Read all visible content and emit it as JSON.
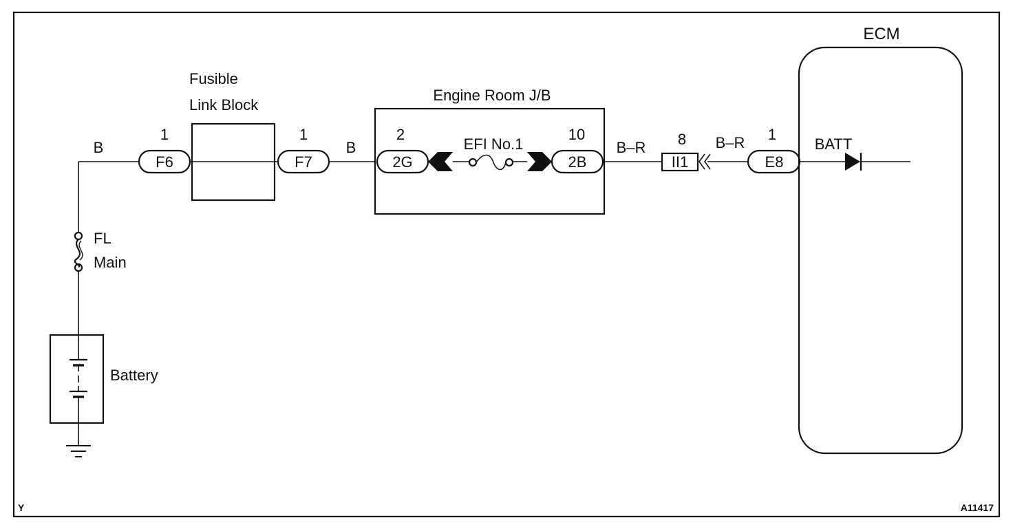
{
  "diagram": {
    "fusible_link_block": {
      "line1": "Fusible",
      "line2": "Link Block"
    },
    "engine_room_jb": "Engine Room J/B",
    "ecm": "ECM",
    "fuse_label": "EFI No.1",
    "fl_main": {
      "line1": "FL",
      "line2": "Main"
    },
    "battery": "Battery",
    "batt_terminal": "BATT",
    "wire_colors": {
      "battery_to_f6": "B",
      "f7_to_2g": "B",
      "2b_to_ii1": "B–R",
      "ii1_to_e8": "B–R"
    },
    "connectors": {
      "f6": {
        "name": "F6",
        "pin": "1"
      },
      "f7": {
        "name": "F7",
        "pin": "1"
      },
      "g2": {
        "name": "2G",
        "pin": "2"
      },
      "b2": {
        "name": "2B",
        "pin": "10"
      },
      "ii1": {
        "name": "II1",
        "pin": "8"
      },
      "e8": {
        "name": "E8",
        "pin": "1"
      }
    },
    "corner_left": "Y",
    "corner_right": "A11417"
  }
}
